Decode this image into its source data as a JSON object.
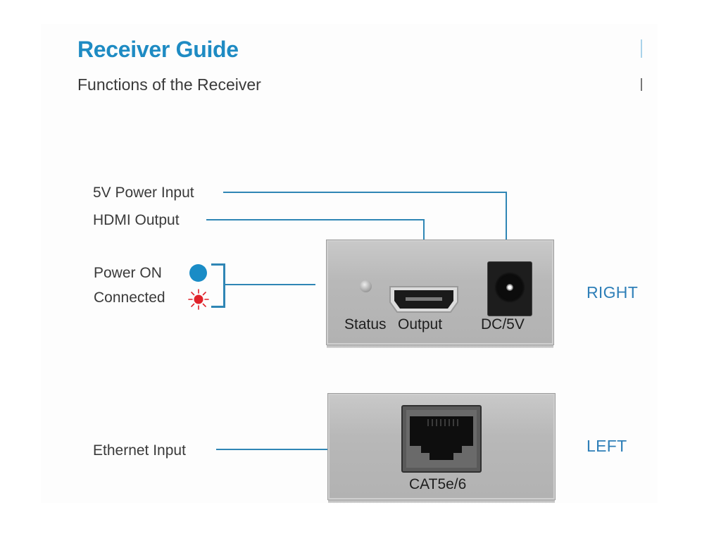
{
  "header": {
    "title": "Receiver Guide",
    "subtitle": "Functions of the Receiver"
  },
  "colors": {
    "accent": "#1e8bc3",
    "callout_line": "#2f86b5",
    "power_led": "#1a8cc6",
    "connected_led": "#e0222a",
    "text": "#3a3a3a"
  },
  "callouts": {
    "power_input": "5V Power Input",
    "hdmi_output": "HDMI Output",
    "power_on": "Power ON",
    "connected": "Connected",
    "ethernet_input": "Ethernet Input"
  },
  "indicators": [
    {
      "label": "Power ON",
      "icon": "blue-dot-icon",
      "color": "#1a8cc6"
    },
    {
      "label": "Connected",
      "icon": "red-flash-icon",
      "color": "#e0222a"
    }
  ],
  "right_panel": {
    "side": "RIGHT",
    "ports": {
      "status": "Status",
      "output": "Output",
      "dc": "DC/5V"
    }
  },
  "left_panel": {
    "side": "LEFT",
    "ports": {
      "ethernet": "CAT5e/6"
    }
  }
}
